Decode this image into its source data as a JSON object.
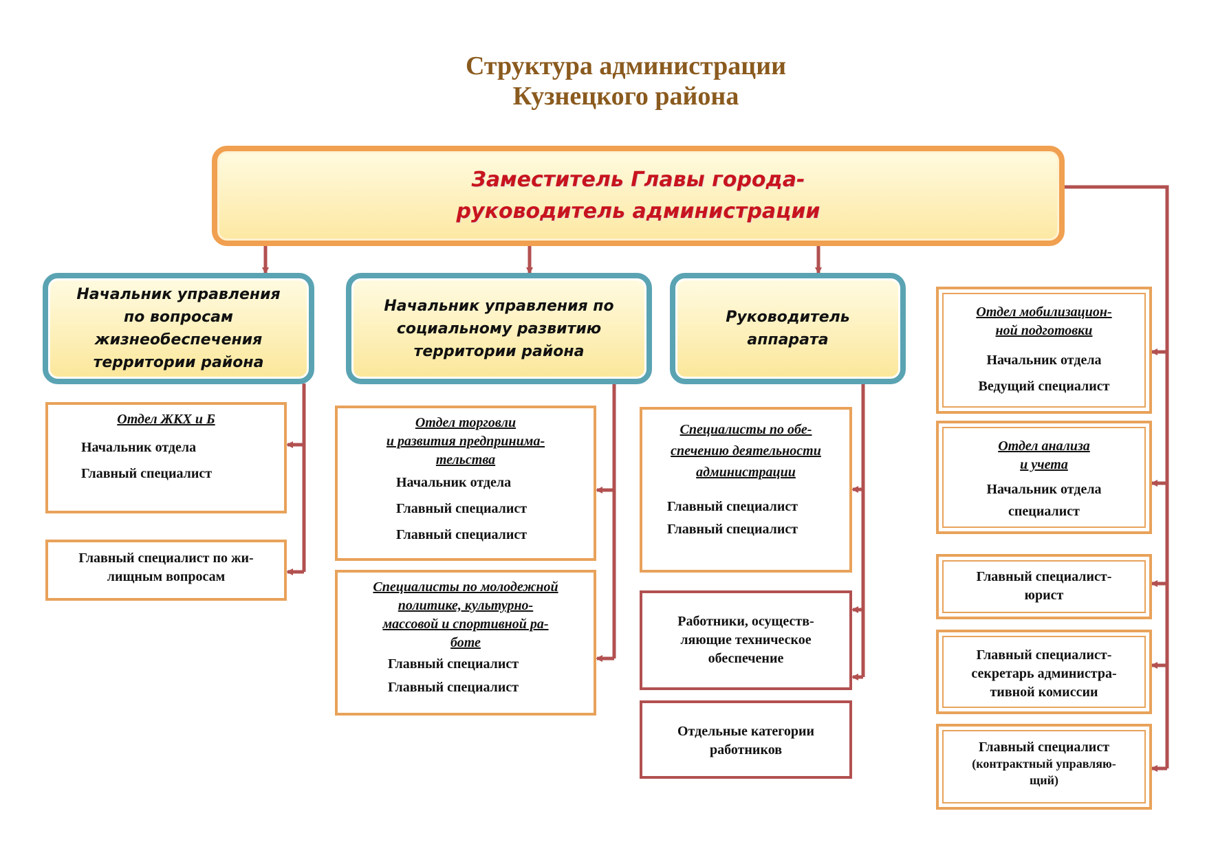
{
  "title": {
    "line1": "Структура администрации",
    "line2": "Кузнецкого района"
  },
  "head": {
    "line1": "Заместитель Главы города-",
    "line2": "руководитель администрации"
  },
  "managers": {
    "infrastructure": [
      "Начальник управления",
      "по вопросам",
      "жизнеобеспечения",
      "территории района"
    ],
    "social": [
      "Начальник управления по",
      "социальному развитию",
      "территории района"
    ],
    "apparatus": [
      "Руководитель",
      "аппарата"
    ]
  },
  "col1": {
    "housing": {
      "title": "Отдел ЖКХ и Б",
      "roles": [
        "Начальник отдела",
        "Главный специалист"
      ]
    },
    "housing_specialist": [
      "Главный специалист по жи-",
      "лищным вопросам"
    ]
  },
  "col2": {
    "trade": {
      "title": [
        "Отдел торговли",
        "и развития предпринима-",
        "тельства"
      ],
      "roles": [
        "Начальник отдела",
        "Главный специалист",
        "Главный специалист"
      ]
    },
    "youth": {
      "title": [
        "Специалисты по молодежной",
        "политике, культурно-",
        "массовой и спортивной ра-",
        "боте"
      ],
      "roles": [
        "Главный специалист",
        "Главный специалист"
      ]
    }
  },
  "col3": {
    "admin_support": {
      "title": [
        "Специалисты по обе-",
        "спечению деятельности",
        "администрации"
      ],
      "roles": [
        "Главный специалист",
        "Главный специалист"
      ]
    },
    "technical": [
      "Работники, осуществ-",
      "ляющие техническое",
      "обеспечение"
    ],
    "other": [
      "Отдельные категории",
      "работников"
    ]
  },
  "col4": {
    "mobilization": {
      "title": [
        "Отдел мобилизацион-",
        "ной подготовки"
      ],
      "roles": [
        "Начальник отдела",
        "Ведущий специалист"
      ]
    },
    "analysis": {
      "title": [
        "Отдел анализа",
        "и учета"
      ],
      "roles": [
        "Начальник отдела",
        "специалист"
      ]
    },
    "lawyer": [
      "Главный специалист-",
      "юрист"
    ],
    "secretary": [
      "Главный специалист-",
      "секретарь администра-",
      "тивной комиссии"
    ],
    "contract": [
      "Главный специалист",
      "(контрактный управляю-",
      "щий)"
    ]
  },
  "colors": {
    "title": "#8a5a1e",
    "head_text": "#c8141e",
    "head_border": "#f0a050",
    "manager_border": "#5aa3b3",
    "box_border": "#e8a25a",
    "connector": "#b25050"
  }
}
